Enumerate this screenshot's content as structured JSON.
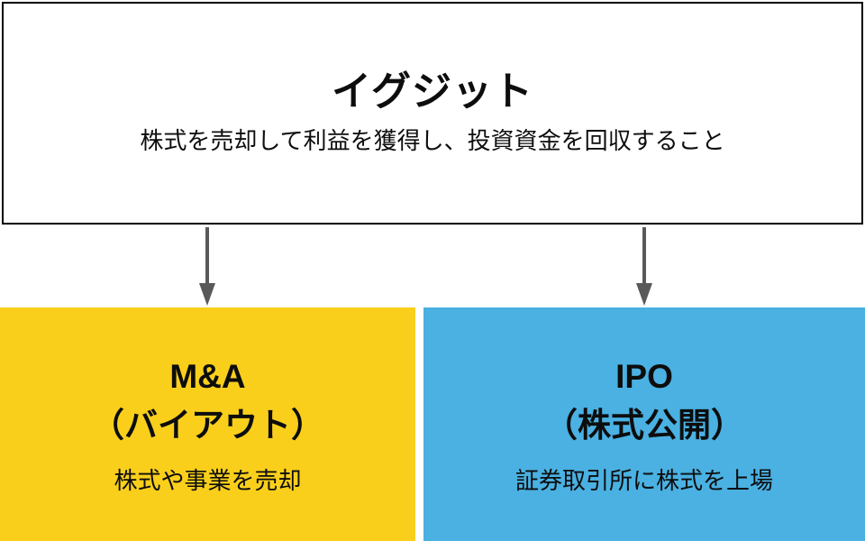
{
  "colors": {
    "background": "#FFFFFF",
    "root_border": "#000000",
    "text": "#0d0d0d",
    "arrow": "#595959",
    "branch_left_bg": "#F9CF1B",
    "branch_right_bg": "#4AB1E2"
  },
  "root": {
    "title": "イグジット",
    "description": "株式を売却して利益を獲得し、投資資金を回収すること"
  },
  "branches": [
    {
      "title_line1": "M&A",
      "title_line2": "（バイアウト）",
      "description": "株式や事業を売却"
    },
    {
      "title_line1": "IPO",
      "title_line2": "（株式公開）",
      "description": "証券取引所に株式を上場"
    }
  ]
}
